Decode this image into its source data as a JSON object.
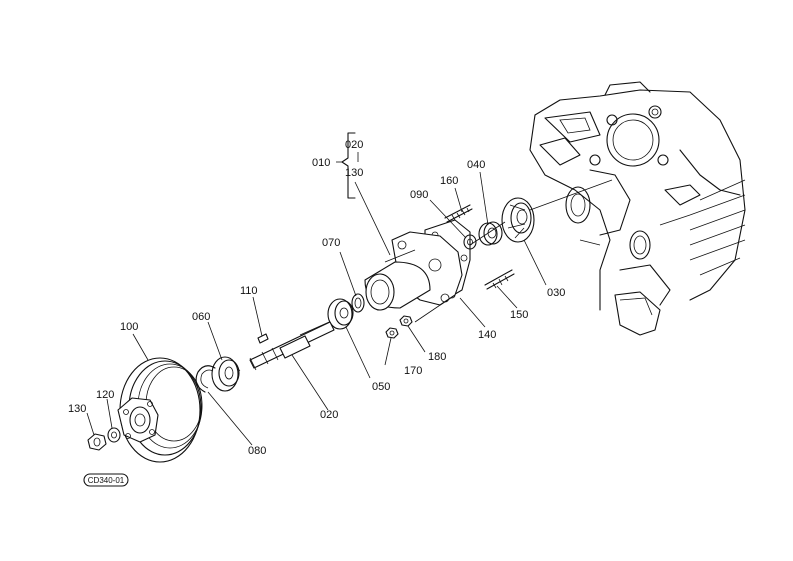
{
  "labels": {
    "p010": "010",
    "p020a": "020",
    "p130a": "130",
    "p040": "040",
    "p160": "160",
    "p090": "090",
    "p070": "070",
    "p030": "030",
    "p150": "150",
    "p140": "140",
    "p110": "110",
    "p060": "060",
    "p100": "100",
    "p180": "180",
    "p170": "170",
    "p050": "050",
    "p120": "120",
    "p130b": "130",
    "p020b": "020",
    "p080": "080"
  },
  "figure_code": "CD340-01"
}
